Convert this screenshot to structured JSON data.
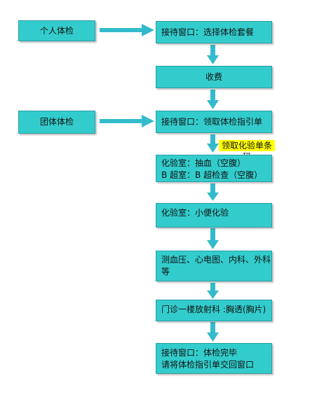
{
  "colors": {
    "box_fill": "#33cccc",
    "box_border": "#2a9fa6",
    "arrow": "#33bbcc",
    "note_bg": "#ffff00"
  },
  "nodes": {
    "individual": "个人体检",
    "group": "团体体检",
    "reception_choose": "接待窗口：选择体检套餐",
    "payment": "收费",
    "reception_guide": "接待窗口：领取体检指引单",
    "lab_blood": [
      "化验室：抽血（空腹）",
      "B 超室：B 超检查（空腹）"
    ],
    "lab_urine": "化验室：小便化验",
    "exams": [
      "测血压、心电图、内科、外科",
      "等"
    ],
    "xray": "门诊一楼放射科 :胸透(胸片)",
    "reception_done": [
      "接待窗口：体检完毕",
      "请将体检指引单交回窗口"
    ]
  },
  "annotation": "领取化验单条码"
}
